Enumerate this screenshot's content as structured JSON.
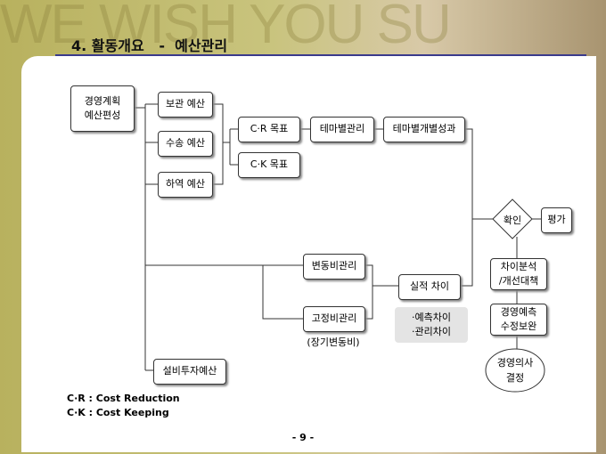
{
  "header": {
    "watermark": "WE WISH YOU SU",
    "title": "4. 활동개요   -  예산관리"
  },
  "nodes": {
    "plan": "경영계획\n예산편성",
    "storage": "보관 예산",
    "transport": "수송 예산",
    "handling": "하역 예산",
    "cr": "C·R 목표",
    "ck": "C·K 목표",
    "theme": "테마별관리",
    "theme_result": "테마별개별성과",
    "confirm": "확인",
    "evaluate": "평가",
    "variable": "변동비관리",
    "fixed": "고정비관리",
    "fixed_note": "(장기변동비)",
    "actual_gap": "실적 차이",
    "gap_notes": "·예측차이\n·관리차이",
    "analysis": "차이분석\n/개선대책",
    "forecast": "경영예측\n수정보완",
    "decision": "경영의사\n결정",
    "capex": "설비투자예산"
  },
  "legend": [
    "C·R : Cost Reduction",
    "C·K : Cost Keeping"
  ],
  "footer": {
    "page": "- 9 -"
  }
}
